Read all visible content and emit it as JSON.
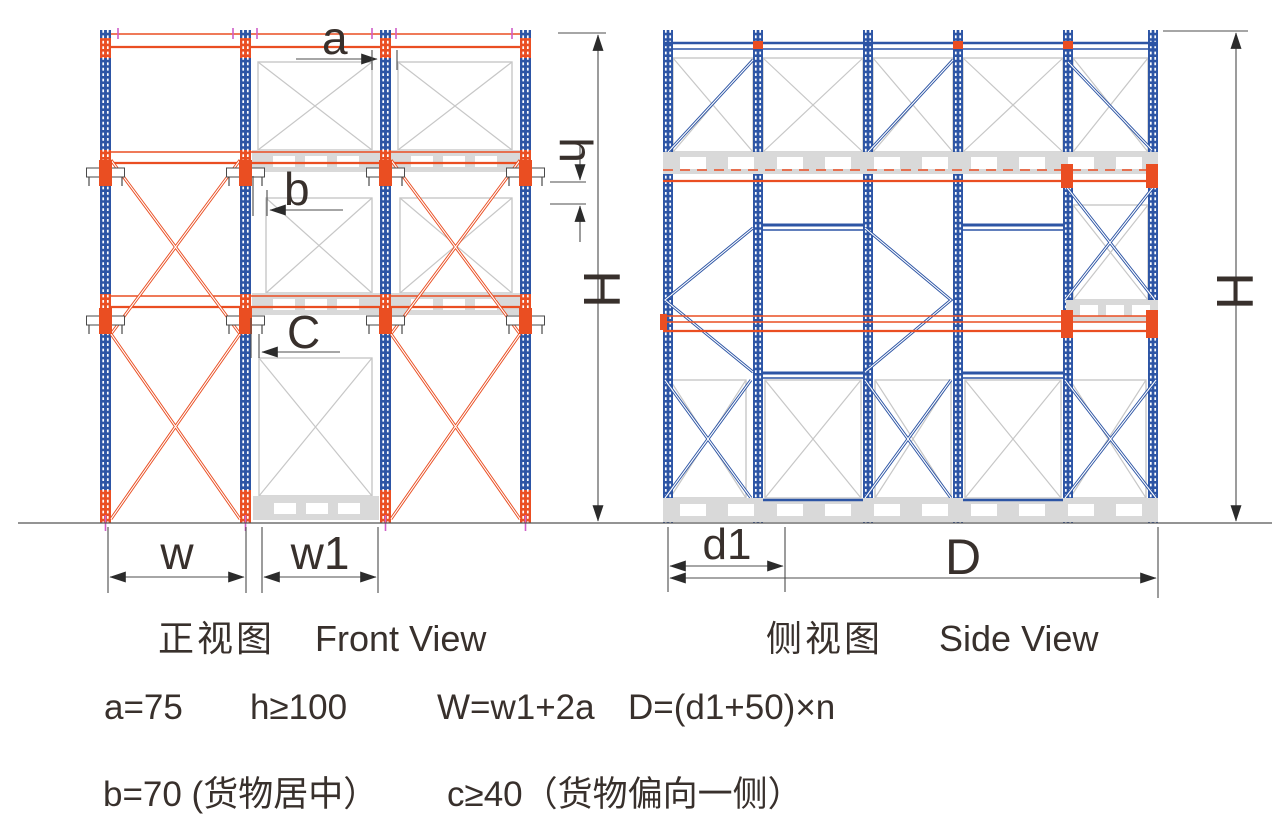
{
  "front_view": {
    "caption_cn": "正视图",
    "caption_en": "Front View",
    "dims": {
      "a": "a",
      "b": "b",
      "c": "C",
      "h": "h",
      "height": "H",
      "w": "w",
      "w1": "w1"
    }
  },
  "side_view": {
    "caption_cn": "侧视图",
    "caption_en": "Side View",
    "dims": {
      "d1": "d1",
      "depth": "D",
      "height": "H"
    }
  },
  "formulas": {
    "a": "a=75",
    "h": "h≥100",
    "w": "W=w1+2a",
    "d": "D=(d1+50)×n",
    "b": "b=70 (货物居中）",
    "c": "c≥40（货物偏向一侧）"
  },
  "colors": {
    "blue": "#2d55a5",
    "orange": "#ea4e22",
    "grey": "#c7c7c7",
    "pallet": "#d9d9d9",
    "magenta": "#cf5ec7",
    "ink": "#38302c",
    "dimc": "#4c4c4c"
  }
}
